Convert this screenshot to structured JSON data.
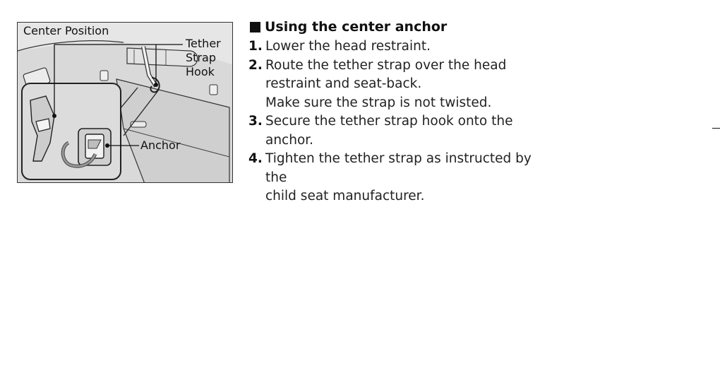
{
  "figure": {
    "title": "Center Position",
    "labels": {
      "tether_line1": "Tether",
      "tether_line2": "Strap",
      "tether_line3": "Hook",
      "anchor": "Anchor"
    }
  },
  "section": {
    "heading": "Using the center anchor",
    "steps": [
      {
        "number": "1.",
        "lines": [
          "Lower the head restraint."
        ]
      },
      {
        "number": "2.",
        "lines": [
          "Route the tether strap over the head",
          "restraint and seat-back.",
          "Make sure the strap is not twisted."
        ]
      },
      {
        "number": "3.",
        "lines": [
          "Secure the tether strap hook onto the",
          "anchor."
        ]
      },
      {
        "number": "4.",
        "lines": [
          "Tighten the tether strap as instructed by the",
          "child seat manufacturer."
        ]
      }
    ]
  }
}
